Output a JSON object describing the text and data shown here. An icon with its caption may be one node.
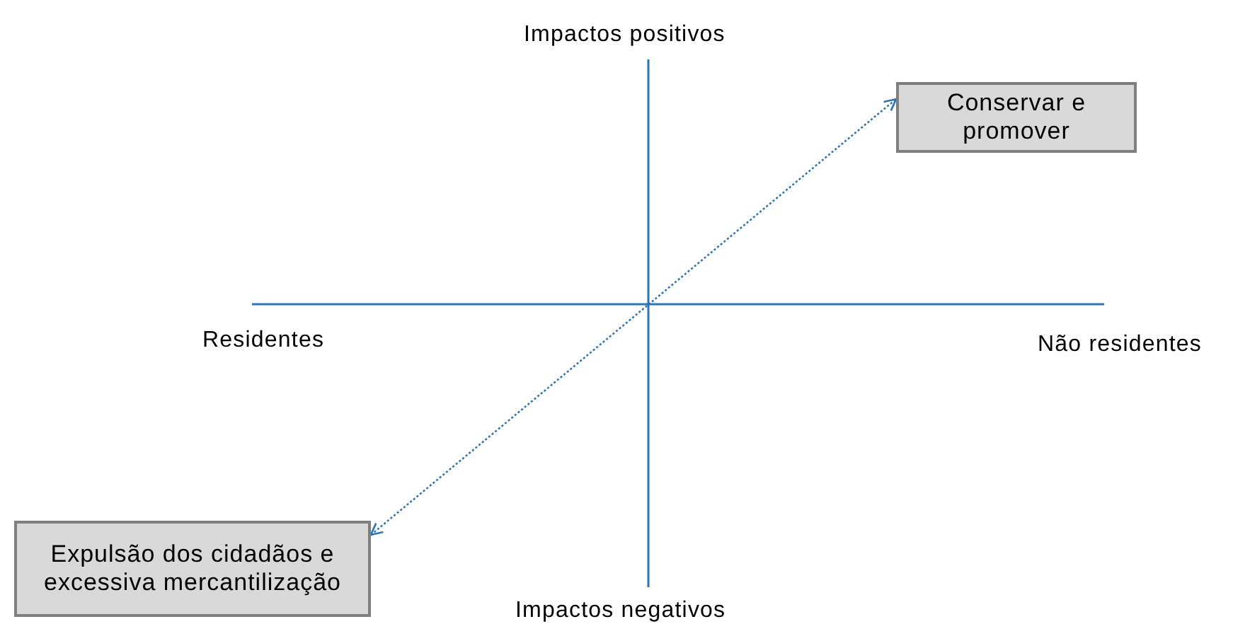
{
  "diagram": {
    "nodes": [
      {
        "text": [
          "Conservar e promover"
        ]
      },
      {
        "text": [
          "Expulsão dos cidadãos e excessiva mercantilização"
        ]
      }
    ],
    "edges": [
      {
        "from": 1,
        "to": 0,
        "arrow": "both",
        "style": "dashed",
        "color": "#2e75b6"
      }
    ],
    "labels": [
      "Impactos positivos",
      "Residentes",
      "Não residentes",
      "Impactos negativos"
    ]
  }
}
